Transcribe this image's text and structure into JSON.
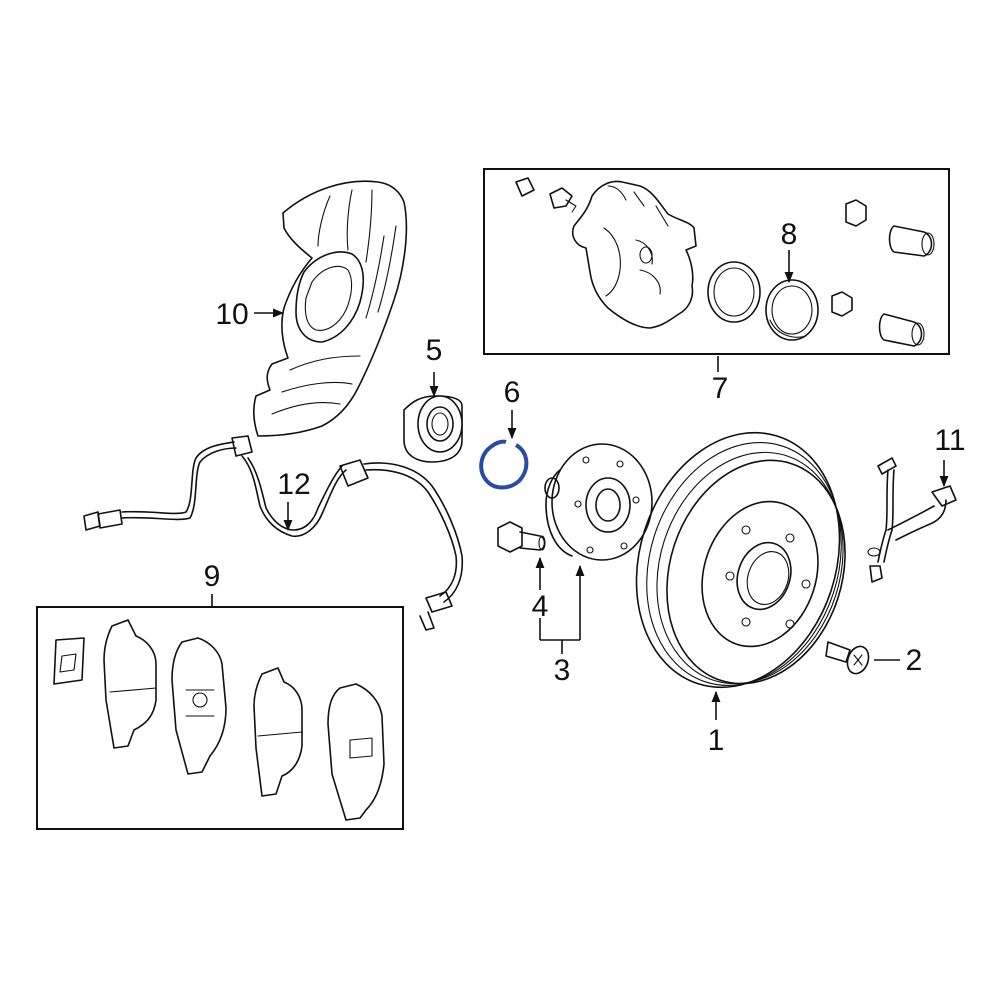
{
  "diagram": {
    "callouts": {
      "c1": "1",
      "c2": "2",
      "c3": "3",
      "c4": "4",
      "c5": "5",
      "c6": "6",
      "c7": "7",
      "c8": "8",
      "c9": "9",
      "c10": "10",
      "c11": "11",
      "c12": "12"
    },
    "highlight_color": "#2a4aa8",
    "line_color": "#111111",
    "background": "#ffffff"
  }
}
